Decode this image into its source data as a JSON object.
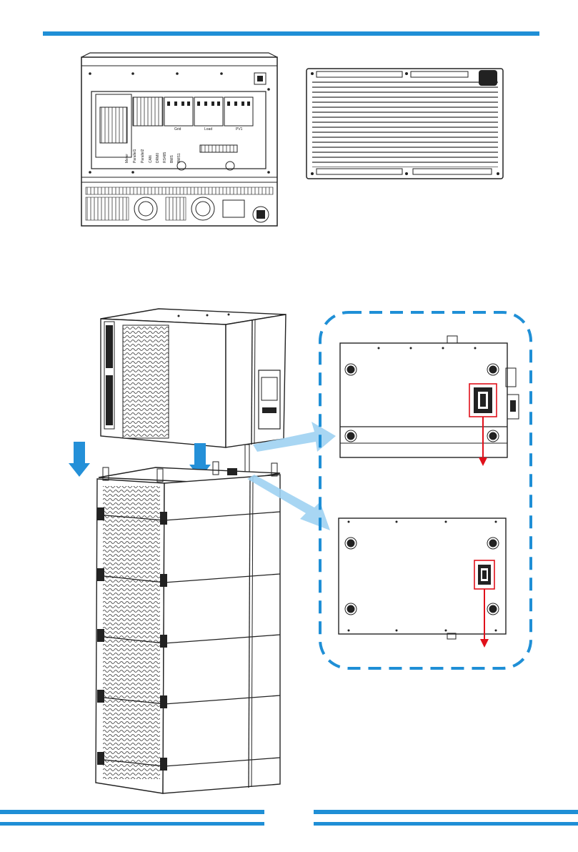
{
  "colors": {
    "accent_blue": "#1f8fd6",
    "arrow_blue": "#2490d8",
    "callout_blue": "#9fd2f2",
    "highlight_red": "#e0101a",
    "line": "#222222"
  },
  "panel_labels": {
    "ports": [
      "Meter",
      "Parallel1",
      "Parallel2",
      "CAN",
      "DRM0",
      "RS485",
      "BMS",
      "BMS1"
    ],
    "breakers": [
      "Grid",
      "Load",
      "PV1"
    ]
  },
  "icons": [
    "down-arrow-icon",
    "callout-arrow-icon",
    "connector-icon",
    "red-down-arrow-icon"
  ]
}
